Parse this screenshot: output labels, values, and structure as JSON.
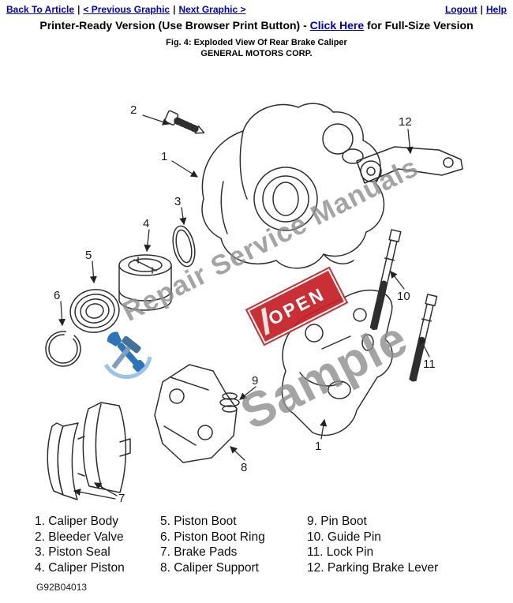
{
  "nav": {
    "back_to_article": "Back To Article",
    "previous_graphic": "< Previous Graphic",
    "next_graphic": "Next Graphic >",
    "logout": "Logout",
    "help": "Help",
    "separator": "|"
  },
  "header": {
    "printer_prefix": "Printer-Ready Version (Use Browser Print Button) - ",
    "printer_link": "Click Here",
    "printer_suffix": " for Full-Size Version",
    "figure_caption": "Fig. 4: Exploded View Of Rear Brake Caliper",
    "company": "GENERAL MOTORS CORP."
  },
  "diagram": {
    "callouts": [
      "2",
      "1",
      "12",
      "3",
      "4",
      "5",
      "6",
      "10",
      "11",
      "9",
      "8",
      "1",
      "7"
    ],
    "watermark_line1": "Repair Service Manuals",
    "watermark_line2": "Sample",
    "open_sign": "OPEN"
  },
  "legend": {
    "col1": [
      "1. Caliper Body",
      "2. Bleeder Valve",
      "3. Piston Seal",
      "4. Caliper Piston"
    ],
    "col2": [
      "5. Piston Boot",
      "6. Piston Boot Ring",
      "7. Brake Pads",
      "8. Caliper Support"
    ],
    "col3": [
      "9. Pin Boot",
      "10. Guide Pin",
      "11. Lock Pin",
      "12. Parking Brake Lever"
    ]
  },
  "footer": {
    "doc_code": "G92B04013"
  },
  "colors": {
    "link": "#0000c0",
    "watermark": "#8e8e8e",
    "open_sign_red": "#c42127"
  }
}
